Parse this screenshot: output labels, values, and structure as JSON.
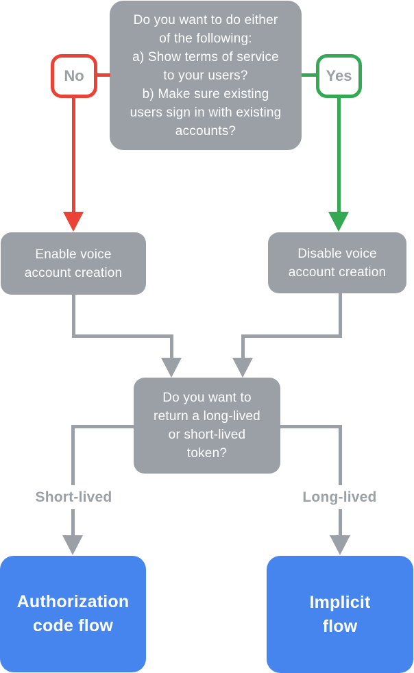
{
  "colors": {
    "node_gray": "#9aa0a6",
    "no_red": "#ea4335",
    "yes_green": "#34a853",
    "result_blue": "#4684ee",
    "text_white": "#ffffff",
    "label_gray": "#9aa0a6",
    "bg": "#ffffff"
  },
  "nodes": {
    "question_top": "Do you want to do either\nof the following:\na) Show terms of service\nto your users?\nb) Make sure existing\nusers sign in with existing\naccounts?",
    "enable_voice": "Enable voice\naccount creation",
    "disable_voice": "Disable voice\naccount creation",
    "question_token": "Do you want to\nreturn a long-lived\nor short-lived\ntoken?",
    "authorization_code_flow": "Authorization\ncode flow",
    "implicit_flow": "Implicit\nflow"
  },
  "edge_labels": {
    "no": "No",
    "yes": "Yes",
    "short_lived": "Short-lived",
    "long_lived": "Long-lived"
  }
}
